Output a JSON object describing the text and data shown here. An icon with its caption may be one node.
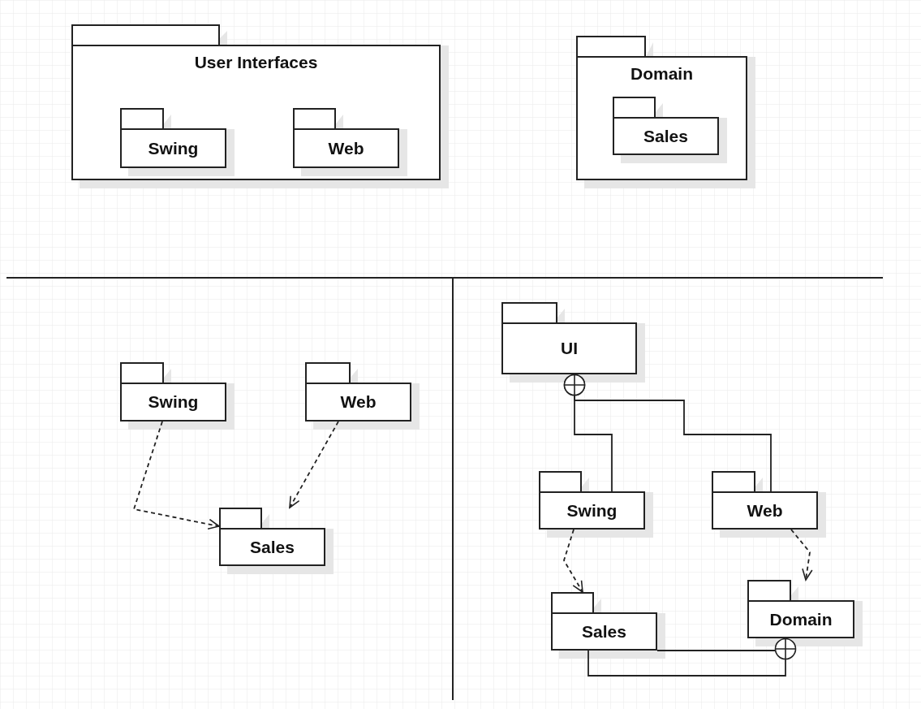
{
  "diagram": {
    "nodes": [
      {
        "text": [
          "User Interfaces"
        ]
      },
      {
        "text": [
          "Swing"
        ],
        "in": 0
      },
      {
        "text": [
          "Web"
        ],
        "in": 0
      },
      {
        "text": [
          "Domain"
        ]
      },
      {
        "text": [
          "Sales"
        ],
        "in": 3
      },
      {
        "text": [
          "Swing"
        ]
      },
      {
        "text": [
          "Web"
        ]
      },
      {
        "text": [
          "Sales"
        ]
      },
      {
        "text": [
          "UI"
        ]
      },
      {
        "text": [
          "Swing"
        ]
      },
      {
        "text": [
          "Web"
        ]
      },
      {
        "text": [
          "Sales"
        ]
      },
      {
        "text": [
          "Domain"
        ]
      }
    ],
    "edges": [
      {
        "from": 5,
        "to": 7,
        "arrow": "to",
        "style": "dashed"
      },
      {
        "from": 6,
        "to": 7,
        "arrow": "to",
        "style": "dashed"
      },
      {
        "from": 8,
        "to": 9,
        "arrow": "other"
      },
      {
        "from": 8,
        "to": 10,
        "arrow": "other"
      },
      {
        "from": 9,
        "to": 11,
        "arrow": "to",
        "style": "dashed"
      },
      {
        "from": 10,
        "to": 12,
        "arrow": "to",
        "style": "dashed"
      },
      {
        "from": 12,
        "to": 11,
        "arrow": "other"
      }
    ]
  }
}
